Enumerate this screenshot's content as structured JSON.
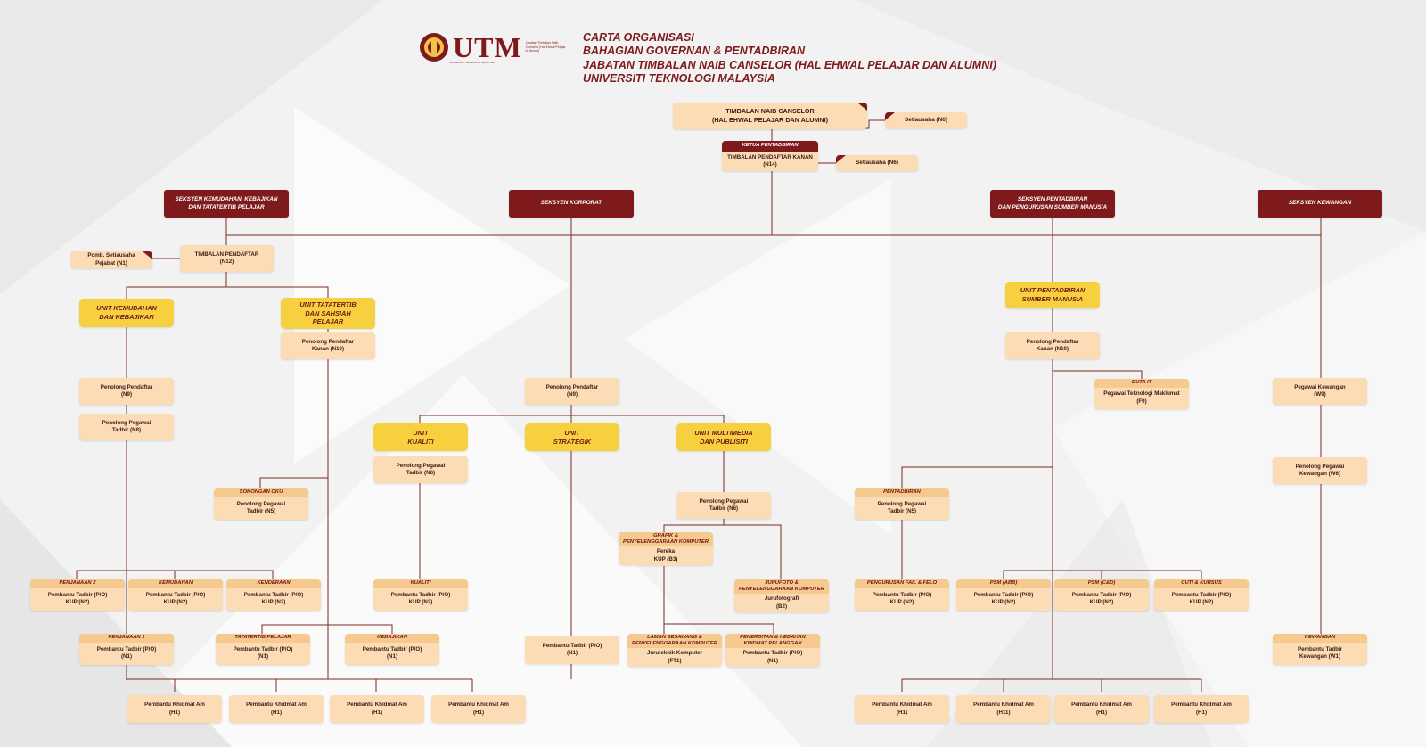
{
  "header": {
    "logo_text": "UTM",
    "logo_subtext": "Jabatan Timbalan Naib Canselor (Hal Ehwal Pelajar & Alumni)",
    "logo_foot": "UNIVERSITI TEKNOLOGI MALAYSIA",
    "title_lines": [
      "CARTA ORGANISASI",
      "BAHAGIAN GOVERNAN & PENTADBIRAN",
      "JABATAN TIMBALAN  NAIB CANSELOR  (HAL EHWAL PELAJAR DAN ALUMNI)",
      "UNIVERSITI TEKNOLOGI MALAYSIA"
    ]
  },
  "colors": {
    "maroon": "#7e1a1c",
    "peach": "#fbdcb4",
    "peach_header": "#f6c98f",
    "yellow": "#f6d03e",
    "line": "#7a2a22"
  },
  "top": {
    "tnc": "TIMBALAN NAIB CANSELOR\n(HAL EHWAL PELAJAR DAN ALUMNI)",
    "setiausaha_1": "Setiausaha (N6)",
    "ketua_header": "KETUA PENTADBIRAN",
    "ketua_body": "TIMBALAN PENDAFTAR KANAN\n(N14)",
    "setiausaha_2": "Setiausaha (N6)"
  },
  "sections": {
    "kemudahan": "SEKSYEN KEMUDAHAN, KEBAJIKAN\nDAN TATATERTIB PELAJAR",
    "korporat": "SEKSYEN KORPORAT",
    "pentadbiran": "SEKSYEN PENTADBIRAN\nDAN PENGURUSAN SUMBER MANUSIA",
    "kewangan": "SEKSYEN KEWANGAN"
  },
  "left": {
    "pomb": "Pomb. Setiausaha\nPejabat (N1)",
    "tp": "TIMBALAN PENDAFTAR\n(N12)",
    "unit_kemudahan": "UNIT KEMUDAHAN\nDAN KEBAJIKAN",
    "unit_tatatertib": "UNIT TATATERTIB\nDAN SAHSIAH\nPELAJAR",
    "ppk_n10": "Penolong Pendaftar\nKanan (N10)",
    "pp_n9": "Penolong Pendaftar\n(N9)",
    "ppt_n8": "Penolong Pegawai\nTadbir (N8)",
    "sokongan_hdr": "SOKONGAN OKU",
    "sokongan_body": "Penolong Pegawai\nTadbir (N5)",
    "penjanaan2_hdr": "PENJANAAN 2",
    "penjanaan2_body": "Pembantu Tadbir (P/O)\nKUP (N2)",
    "kemudahan_hdr": "KEMUDAHAN",
    "kemudahan_body": "Pembantu Tadbir (P/O)\nKUP (N2)",
    "kenderaan_hdr": "KENDERAAN",
    "kenderaan_body": "Pembantu Tadbir (P/O)\nKUP (N2)",
    "penjanaan1_hdr": "PENJANAAN 1",
    "penjanaan1_body": "Pembantu Tadbir (P/O)\n(N1)",
    "tatatertib_hdr": "TATATERTIB PELAJAR",
    "tatatertib_body": "Pembantu Tadbir (P/O)\n(N1)",
    "kebajikan_hdr": "KEBAJIKAN",
    "kebajikan_body": "Pembantu Tadbir (P/O)\n(N1)"
  },
  "middle": {
    "pp_n9": "Penolong Pendaftar\n(N9)",
    "unit_kualiti": "UNIT\nKUALITI",
    "unit_strategik": "UNIT\nSTRATEGIK",
    "unit_multimedia": "UNIT MULTIMEDIA\nDAN PUBLISITI",
    "kualiti_ppt": "Penolong Pegawai\nTadbir (N6)",
    "multimedia_ppt": "Penolong Pegawai\nTadbir (N6)",
    "grafik_hdr": "GRAFIK &\nPENYELENGGARAAN KOMPUTER",
    "grafik_body": "Pereka\nKUP (B3)",
    "jurufoto_hdr": "JURUFOTO &\nPENYELENGGARAAN KOMPUTER",
    "jurufoto_body": "Jurufotografi\n(B2)",
    "kualiti_hdr": "KUALITI",
    "kualiti_body": "Pembantu Tadbir (P/O)\nKUP (N2)",
    "strategik_body": "Pembantu Tadbir (P/O)\n(N1)",
    "laman_hdr": "LAMAN SESAWANG &\nPENYELENGGARAAN KOMPUTER",
    "laman_body": "Juruteknik Komputer\n(FT1)",
    "penerbitan_hdr": "PENERBITAN & HEBAHAN\nKHIDMAT PELANGGAN",
    "penerbitan_body": "Pembantu Tadbir (P/O)\n(N1)"
  },
  "right": {
    "unit_psm": "UNIT PENTADBIRAN\nSUMBER MANUSIA",
    "ppk_n10": "Penolong Pendaftar\nKanan (N10)",
    "duta_hdr": "DUTA IT",
    "duta_body": "Pegawai Teknologi Maklumat\n(F9)",
    "pentadbiran_hdr": "PENTADBIRAN",
    "pentadbiran_body": "Penolong Pegawai\nTadbir (N5)",
    "fail_hdr": "PENGURUSAN FAIL & FELO",
    "fail_body": "Pembantu Tadbir (P/O)\nKUP (N2)",
    "psm_abb_hdr": "PSM (ABB)",
    "psm_abb_body": "Pembantu Tadbir (P/O)\nKUP (N2)",
    "psm_cd_hdr": "PSM (C&D)",
    "psm_cd_body": "Pembantu Tadbir (P/O)\nKUP (N2)",
    "cuti_hdr": "CUTI & KURSUS",
    "cuti_body": "Pembantu Tadbir (P/O)\nKUP (N2)",
    "pk_w9": "Pegawai Kewangan\n(W9)",
    "ppk_w6": "Penolong Pegawai\nKewangan (W6)",
    "kewangan_hdr": "KEWANGAN",
    "kewangan_body": "Pembantu Tadbir\nKewangan (W1)"
  },
  "bottom": {
    "pka_1": "Pembantu Khidmat Am\n(H1)",
    "pka_2": "Pembantu Khidmat Am\n(H1)",
    "pka_3": "Pembantu Khidmat Am\n(H1)",
    "pka_4": "Pembantu Khidmat Am\n(H1)",
    "pka_5": "Pembantu Khidmat Am\n(H1)",
    "pka_6": "Pembantu Khidmat Am\n(H11)",
    "pka_7": "Pembantu Khidmat Am\n(H1)",
    "pka_8": "Pembantu Khidmat Am\n(H1)"
  }
}
